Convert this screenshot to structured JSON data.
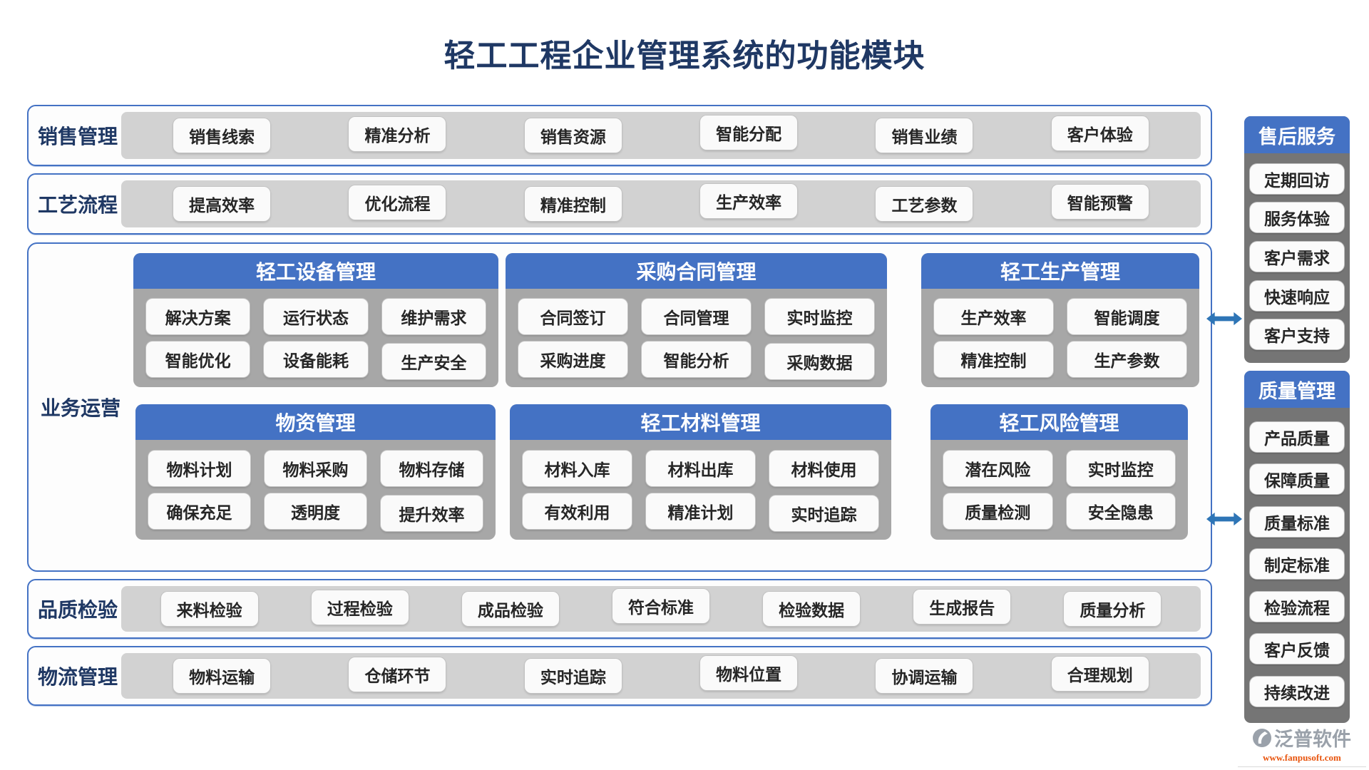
{
  "title": "轻工工程企业管理系统的功能模块",
  "rows": {
    "sales": {
      "label": "销售管理",
      "items": [
        "销售线索",
        "精准分析",
        "销售资源",
        "智能分配",
        "销售业绩",
        "客户体验"
      ]
    },
    "process": {
      "label": "工艺流程",
      "items": [
        "提高效率",
        "优化流程",
        "精准控制",
        "生产效率",
        "工艺参数",
        "智能预警"
      ]
    },
    "quality_inspection": {
      "label": "品质检验",
      "items": [
        "来料检验",
        "过程检验",
        "成品检验",
        "符合标准",
        "检验数据",
        "生成报告",
        "质量分析"
      ]
    },
    "logistics": {
      "label": "物流管理",
      "items": [
        "物料运输",
        "仓储环节",
        "实时追踪",
        "物料位置",
        "协调运输",
        "合理规划"
      ]
    }
  },
  "operations": {
    "label": "业务运营",
    "panels": [
      {
        "title": "轻工设备管理",
        "items": [
          "解决方案",
          "运行状态",
          "维护需求",
          "智能优化",
          "设备能耗",
          "生产安全"
        ]
      },
      {
        "title": "采购合同管理",
        "items": [
          "合同签订",
          "合同管理",
          "实时监控",
          "采购进度",
          "智能分析",
          "采购数据"
        ]
      },
      {
        "title": "轻工生产管理",
        "items": [
          "生产效率",
          "智能调度",
          "精准控制",
          "生产参数"
        ]
      },
      {
        "title": "物资管理",
        "items": [
          "物料计划",
          "物料采购",
          "物料存储",
          "确保充足",
          "透明度",
          "提升效率"
        ]
      },
      {
        "title": "轻工材料管理",
        "items": [
          "材料入库",
          "材料出库",
          "材料使用",
          "有效利用",
          "精准计划",
          "实时追踪"
        ]
      },
      {
        "title": "轻工风险管理",
        "items": [
          "潜在风险",
          "实时监控",
          "质量检测",
          "安全隐患"
        ]
      }
    ]
  },
  "sidebar": {
    "after_sales": {
      "title": "售后服务",
      "items": [
        "定期回访",
        "服务体验",
        "客户需求",
        "快速响应",
        "客户支持"
      ]
    },
    "quality_mgmt": {
      "title": "质量管理",
      "items": [
        "产品质量",
        "保障质量",
        "质量标准",
        "制定标准",
        "检验流程",
        "客户反馈",
        "持续改进"
      ]
    }
  },
  "icons": {
    "sync_arrow": "left-right-double-arrow",
    "logo": "fanpu-swoosh-circle"
  },
  "colors": {
    "accent_blue": "#4472C4",
    "navy_text": "#1F3864",
    "arrow_blue": "#2E75B6",
    "bar_gray": "#D2D2D2",
    "panel_gray": "#A7A7A7",
    "sidebar_gray": "#757575",
    "brand_gray": "#9AA1AA",
    "brand_orange": "#E8540D"
  },
  "footer": {
    "brand": "泛普软件",
    "url": "www.fanpusoft.com"
  }
}
